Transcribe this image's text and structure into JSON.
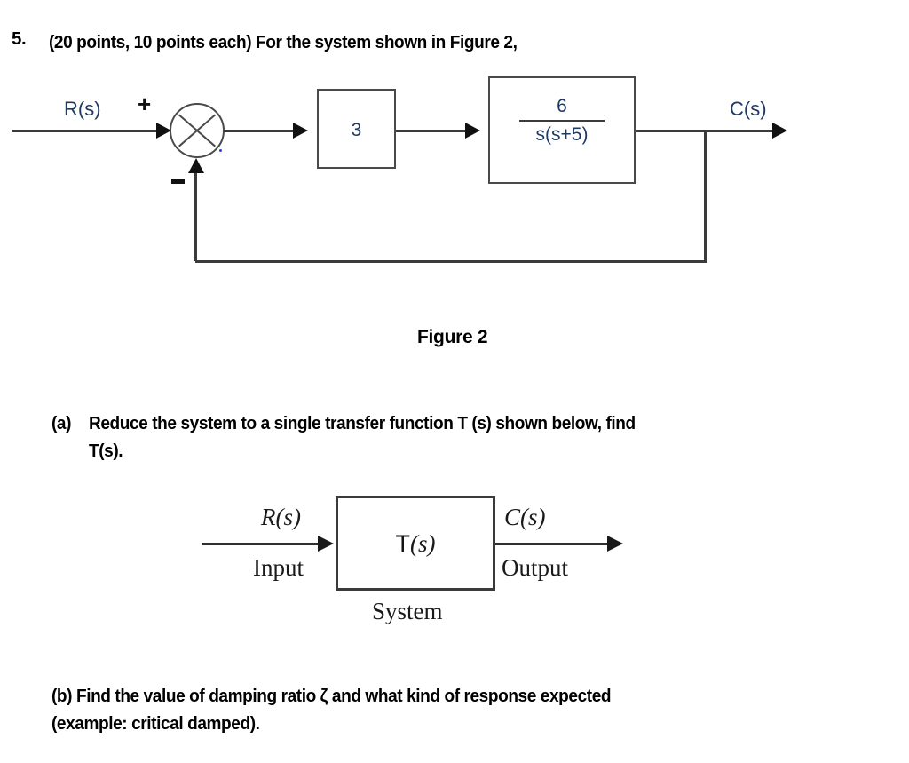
{
  "problem": {
    "number": "5.",
    "statement": "(20 points, 10 points each) For the system shown in Figure 2,",
    "part_a_label": "(a)",
    "part_a_line1": "Reduce the system to a single transfer function T (s) shown below, find",
    "part_a_line2": "T(s).",
    "part_b_line1": "(b) Find the value of damping ratio ζ and what kind of response expected",
    "part_b_line2": "(example: critical damped)."
  },
  "figure1": {
    "caption": "Figure 2",
    "input_label": "R(s)",
    "output_label": "C(s)",
    "plus_sign": "+",
    "minus_sign": "-",
    "gain_block": "3",
    "plant_numerator": "6",
    "plant_denominator": "s(s+5)",
    "plant_expression": "6/s(s+5)",
    "feedback": "unity",
    "line_color": "#3b3b3b",
    "label_color": "#1f3a63"
  },
  "figure2": {
    "block_label_prefix": "T",
    "block_label_suffix": "(s)",
    "input_signal": "R(s)",
    "input_caption": "Input",
    "output_signal": "C(s)",
    "output_caption": "Output",
    "system_caption": "System",
    "line_color": "#2f2f2f"
  }
}
